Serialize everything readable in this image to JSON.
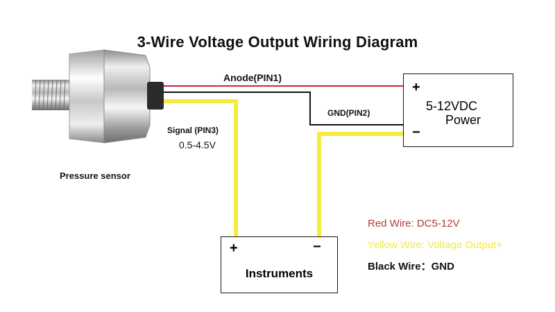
{
  "title": "3-Wire Voltage Output Wiring Diagram",
  "sensor": {
    "label": "Pressure sensor"
  },
  "wires": {
    "anode_label": "Anode(PIN1)",
    "gnd_label": "GND(PIN2)",
    "signal_label": "Signal (PIN3)",
    "signal_range": "0.5-4.5V"
  },
  "power": {
    "plus": "+",
    "minus": "−",
    "voltage": "5-12VDC",
    "name": "Power"
  },
  "instruments": {
    "plus": "+",
    "minus": "−",
    "name": "Instruments"
  },
  "legend": {
    "red": "Red Wire: DC5-12V",
    "yellow": "Yellow Wire: Voltage Output+",
    "black": "Black Wire：GND"
  },
  "colors": {
    "red_wire": "#c8253a",
    "yellow_wire": "#f5ec3d",
    "black_wire": "#111111",
    "legend_red": "#b53a3a",
    "legend_yellow": "#f2ea3c"
  }
}
